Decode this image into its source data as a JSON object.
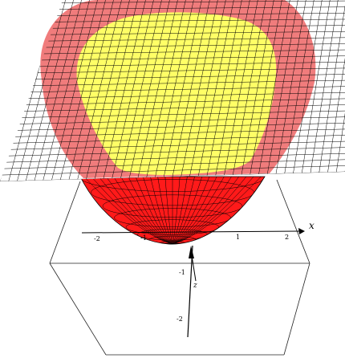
{
  "figure": {
    "type": "3d-surface-plot",
    "surfaces": [
      {
        "name": "paraboloid",
        "color": "#ff1a1a"
      },
      {
        "name": "intersection-region",
        "color": "#ffff66"
      },
      {
        "name": "cutting-plane-disk",
        "color": "#f07c7c"
      }
    ],
    "grid_line_color": "#000000"
  },
  "axes": {
    "x": {
      "label": "x",
      "ticks": [
        "-2",
        "-1",
        "1",
        "2"
      ]
    },
    "z": {
      "label": "z",
      "ticks": [
        "-1",
        "-2"
      ]
    }
  }
}
